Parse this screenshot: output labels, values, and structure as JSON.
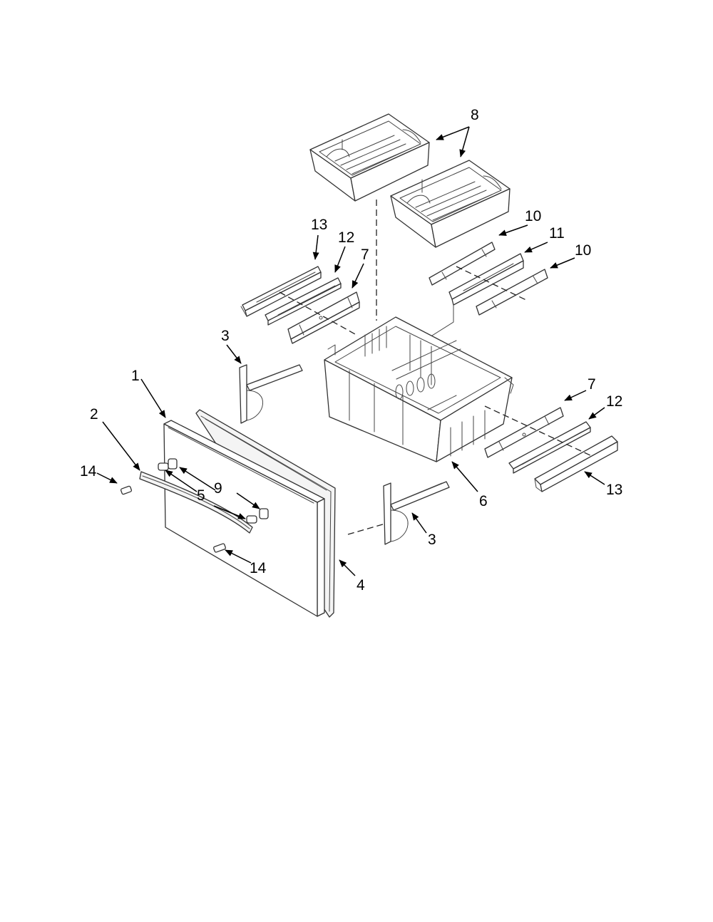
{
  "callouts": {
    "c1": "1",
    "c2": "2",
    "c3a": "3",
    "c3b": "3",
    "c4": "4",
    "c5": "5",
    "c6": "6",
    "c7a": "7",
    "c7b": "7",
    "c8": "8",
    "c9": "9",
    "c10a": "10",
    "c10b": "10",
    "c11": "11",
    "c12a": "12",
    "c12b": "12",
    "c13a": "13",
    "c13b": "13",
    "c14a": "14",
    "c14b": "14"
  },
  "colors": {
    "line": "#333333",
    "background": "#ffffff"
  }
}
